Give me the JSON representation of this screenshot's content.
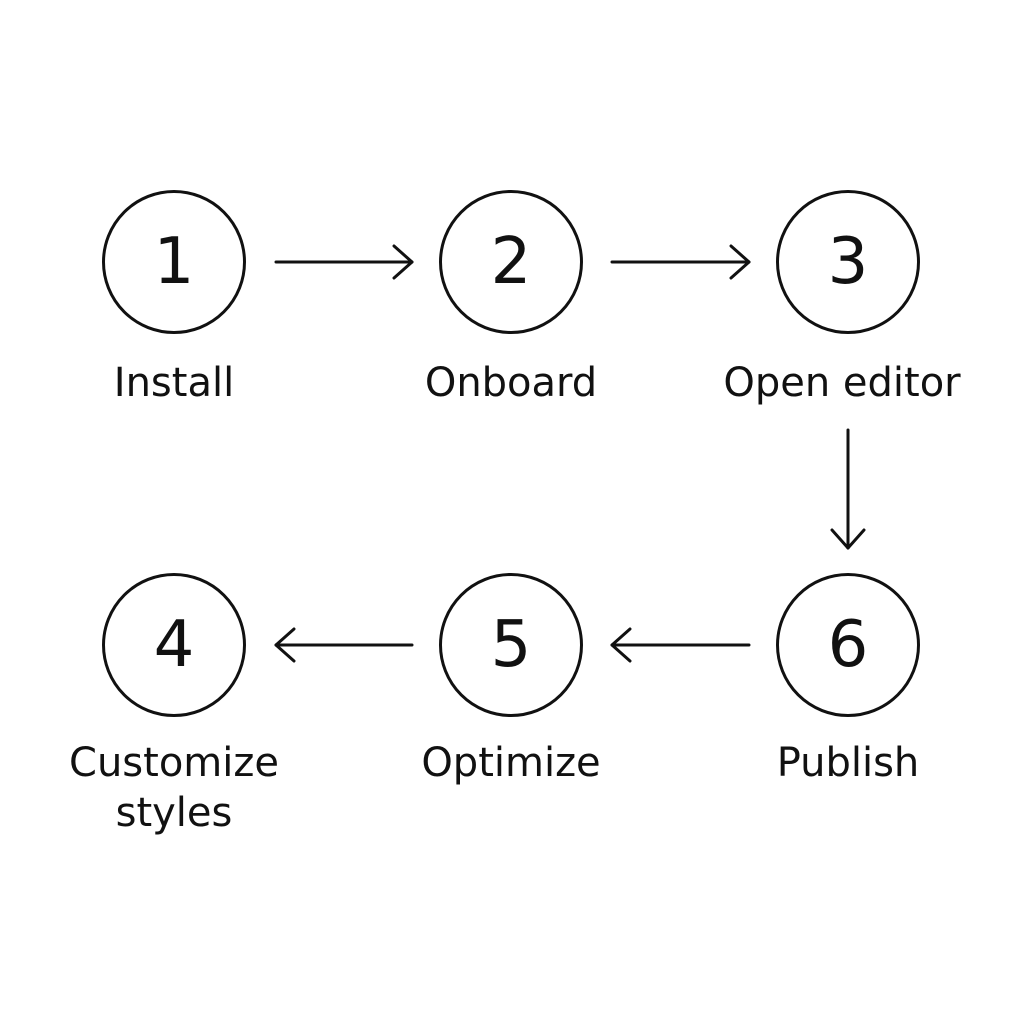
{
  "colors": {
    "background": "#ffffff",
    "stroke": "#111111"
  },
  "steps": [
    {
      "number": "1",
      "label": "Install"
    },
    {
      "number": "2",
      "label": "Onboard"
    },
    {
      "number": "3",
      "label": "Open editor"
    },
    {
      "number": "4",
      "label": "Customize\nstyles"
    },
    {
      "number": "5",
      "label": "Optimize"
    },
    {
      "number": "6",
      "label": "Publish"
    }
  ],
  "connections": [
    {
      "from": "1",
      "to": "2"
    },
    {
      "from": "2",
      "to": "3"
    },
    {
      "from": "3",
      "to": "6"
    },
    {
      "from": "6",
      "to": "5"
    },
    {
      "from": "5",
      "to": "4"
    }
  ]
}
